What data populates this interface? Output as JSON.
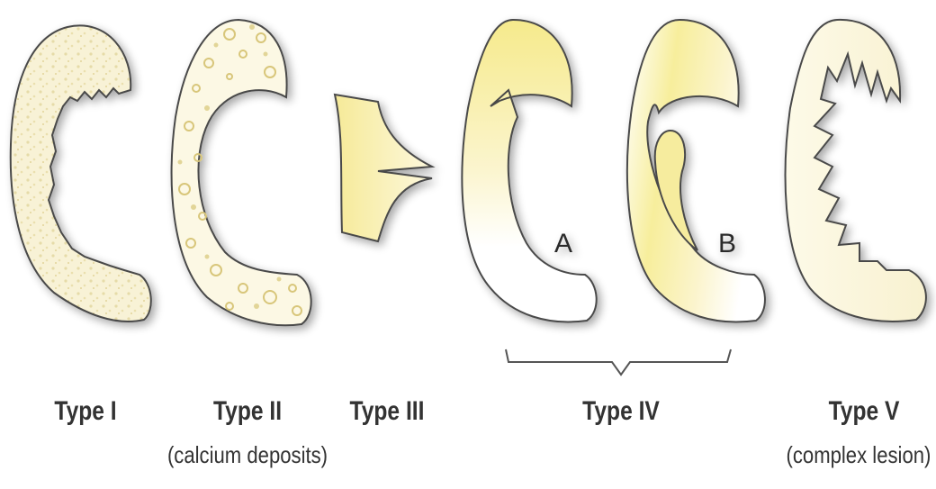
{
  "diagram": {
    "types": [
      {
        "id": "type-1",
        "label": "Type I",
        "note": ""
      },
      {
        "id": "type-2",
        "label": "Type II",
        "note": "(calcium deposits)"
      },
      {
        "id": "type-3",
        "label": "Type III",
        "note": ""
      },
      {
        "id": "type-4",
        "label": "Type IV",
        "note": "",
        "sub_labels": [
          "A",
          "B"
        ]
      },
      {
        "id": "type-5",
        "label": "Type V",
        "note": "(complex lesion)"
      }
    ]
  },
  "colors": {
    "outline": "#4a4a4a",
    "fill_light": "#fbf7dc",
    "fill_yellow": "#f7ee9c",
    "speckle": "#d9c987",
    "calcium": "#d8c67a",
    "text": "#333333"
  }
}
